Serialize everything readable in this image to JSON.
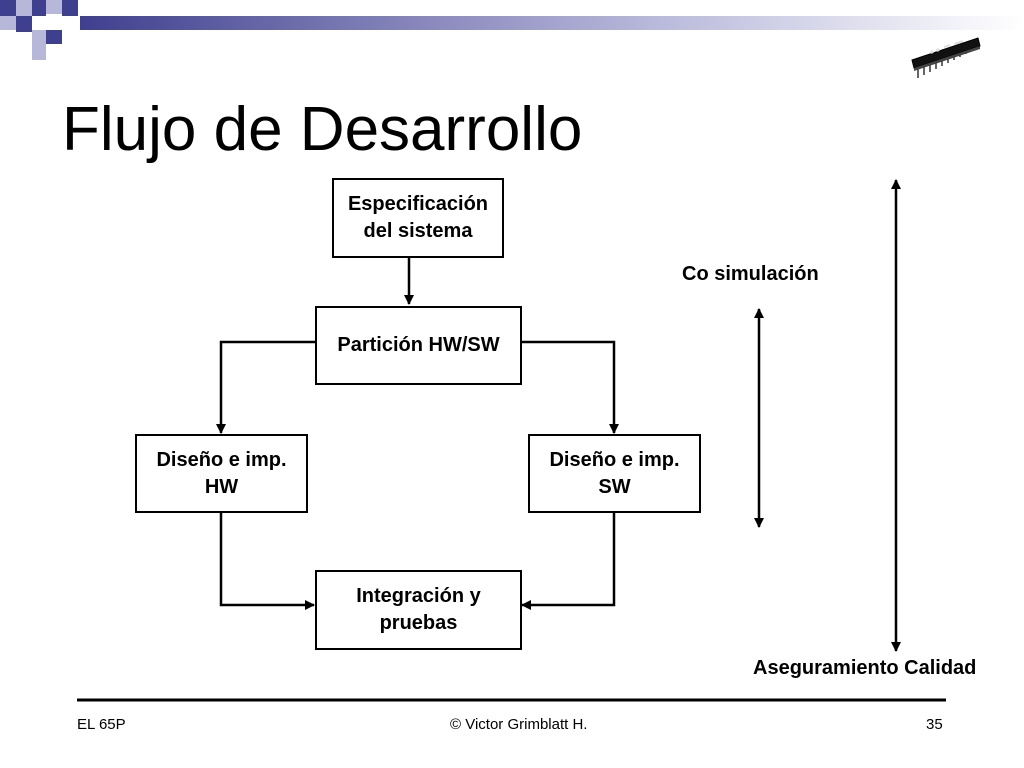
{
  "slide": {
    "title": "Flujo de Desarrollo",
    "colors": {
      "accent": "#3f3f8f",
      "accent_light": "#b7b7da",
      "line": "#000000"
    },
    "decoration": {
      "chip_icon": "ic-chip-icon"
    }
  },
  "diagram": {
    "nodes": {
      "spec": "Especificación\ndel sistema",
      "partition": "Partición HW/SW",
      "hw": "Diseño e imp.\nHW",
      "sw": "Diseño e imp.\nSW",
      "integration": "Integración y\npruebas"
    },
    "labels": {
      "cosim": "Co simulación",
      "qa": "Aseguramiento Calidad"
    }
  },
  "footer": {
    "left": "EL 65P",
    "center": "© Victor Grimblatt H.",
    "page_number": "35"
  }
}
